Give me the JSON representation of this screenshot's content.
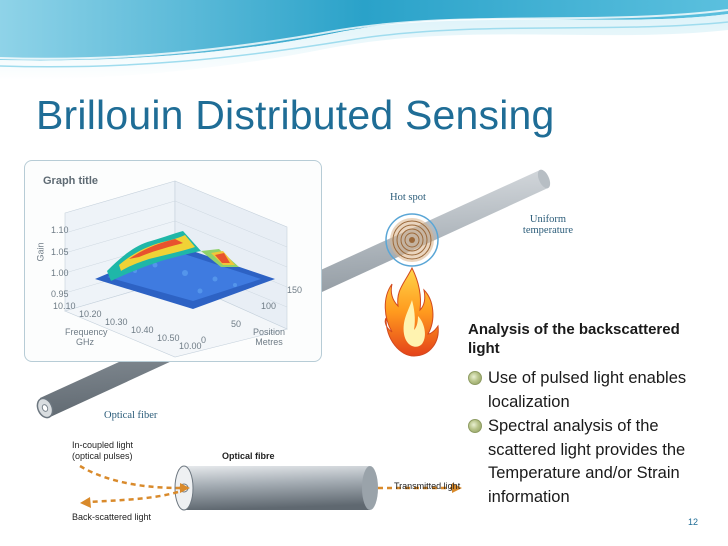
{
  "slide": {
    "title": "Brillouin Distributed Sensing",
    "page_number": "12"
  },
  "graph": {
    "title": "Graph title",
    "z_axis_label": "Gain",
    "z_ticks": [
      "1.10",
      "1.05",
      "1.00",
      "0.95"
    ],
    "frequency_ticks": [
      "10.10",
      "10.20",
      "10.30",
      "10.40",
      "10.50",
      "10.00"
    ],
    "frequency_label": [
      "Frequency",
      "GHz"
    ],
    "position_ticks": [
      "0",
      "50",
      "100",
      "150"
    ],
    "position_label": [
      "Position",
      "Metres"
    ]
  },
  "fiber": {
    "label": "Optical fiber",
    "hot_spot_label": "Hot spot",
    "uniform_label": [
      "Uniform",
      "temperature"
    ]
  },
  "analysis": {
    "title": "Analysis of the backscattered light",
    "bullets": [
      "Use of pulsed light enables localization",
      "Spectral analysis of the scattered light provides the Temperature and/or Strain information"
    ]
  },
  "schematic": {
    "in_coupled": [
      "In-coupled light",
      "(optical pulses)"
    ],
    "fibre_label": "Optical fibre",
    "transmitted": "Transmitted light",
    "back_scattered": "Back-scattered light"
  },
  "colors": {
    "title": "#1f6d96",
    "wave_dark": "#2aa2c9",
    "wave_light": "#bfe6f2",
    "arrow": "#d98a2b"
  }
}
